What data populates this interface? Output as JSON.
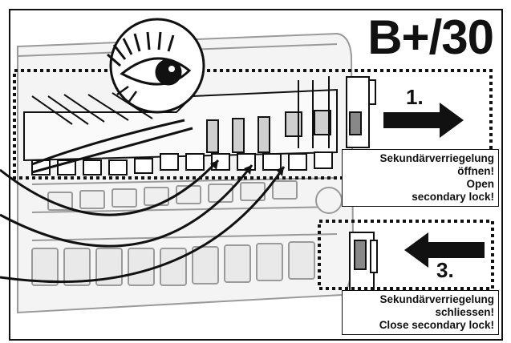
{
  "title": "B+/30",
  "steps": {
    "step1": "1.",
    "step3": "3."
  },
  "callouts": {
    "open": [
      "Sekundärverriegelung",
      "öffnen!",
      "Open",
      "secondary lock!"
    ],
    "close": [
      "Sekundärverriegelung",
      "schliessen!",
      "Close secondary lock!"
    ]
  },
  "colors": {
    "ink": "#111111",
    "line_art": "#9a9a9a",
    "part_fill": "#dedede",
    "background": "#ffffff"
  },
  "icons": {
    "eye": "eye-icon",
    "arrow_right": "arrow-right-icon",
    "arrow_left": "arrow-left-icon"
  }
}
